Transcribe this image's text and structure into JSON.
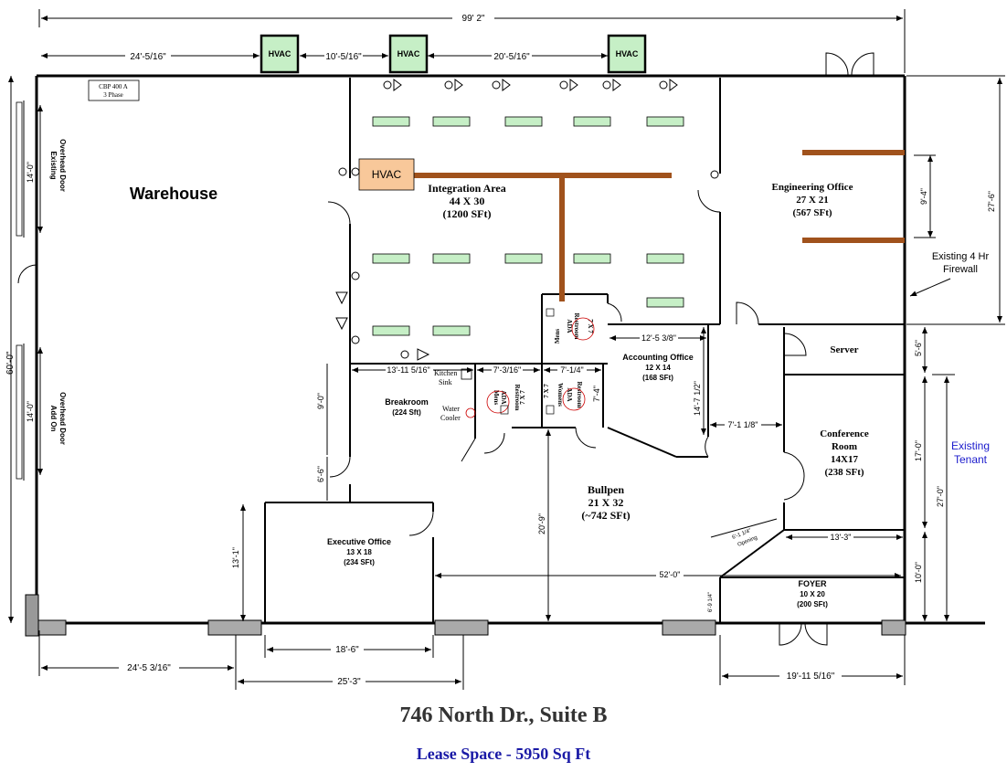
{
  "dimensions": {
    "overall_width": "99' 2\"",
    "hvac_spacing_1": "24'-5/16\"",
    "hvac_spacing_2": "10'-5/16\"",
    "hvac_spacing_3": "20'-5/16\"",
    "left_height": "60'-0\"",
    "door_1": "14'-0\"",
    "door_2": "14'-0\"",
    "engineering_right": "27'-6\"",
    "engineering_inner": "9'-4\"",
    "integration_to_kitchen": "13'-11 5/16\"",
    "mens_restroom_width": "7'-3/16\"",
    "womens_restroom_width": "7'-1/4\"",
    "womens_restroom_height": "7'-4\"",
    "accounting_width": "12'-5 3/8\"",
    "accounting_height": "14'-7 1/2\"",
    "corridor": "7'-1 1/8\"",
    "breakroom_height": "9'-0\"",
    "breakroom_door": "6'-6\"",
    "server_height": "5'-6\"",
    "conference_height": "17'-0\"",
    "tenant_height": "27'-0\"",
    "bullpen_height": "20'-9\"",
    "conference_bottom": "13'-3\"",
    "foyer_height": "10'-0\"",
    "opening": "6'-1 1/4\"",
    "opening_label": "Opening",
    "long_span": "52'-0\"",
    "exec_height": "13'-1\"",
    "foyer_side": "6'-9 1/4\"",
    "bottom_left": "24'-5 3/16\"",
    "bottom_door": "18'-6\"",
    "bottom_door_outer": "25'-3\"",
    "bottom_right": "19'-11 5/16\""
  },
  "hvac_units": [
    "HVAC",
    "HVAC",
    "HVAC"
  ],
  "panel": {
    "line1": "CBP 400 A",
    "line2": "3 Phase"
  },
  "rooms": {
    "warehouse": "Warehouse",
    "existing_door": [
      "Existing",
      "Overhead Door"
    ],
    "addon_door": [
      "Add On",
      "Overhead Door"
    ],
    "integration": {
      "name": "Integration Area",
      "size": "44 X 30",
      "area": "(1200 SFt)"
    },
    "interior_hvac": "HVAC",
    "engineering": {
      "name": "Engineering Office",
      "size": "27 X 21",
      "area": "(567 SFt)"
    },
    "firewall": [
      "Existing 4 Hr",
      "Firewall"
    ],
    "mens_ada_top": [
      "Mens",
      "ADA",
      "Restroom",
      "7 X 7"
    ],
    "accounting": {
      "name": "Accounting Office",
      "size": "12 X 14",
      "area": "(168 SFt)"
    },
    "kitchen_sink": [
      "Kitchen",
      "Sink"
    ],
    "water_cooler": [
      "Water",
      "Cooler"
    ],
    "breakroom": {
      "name": "Breakroom",
      "area": "(224 Sft)"
    },
    "mens_ada": [
      "Mens",
      "ADA",
      "Restroom",
      "7 X 7"
    ],
    "womens_ada": [
      "Womens",
      "ADA",
      "Restroom",
      "7 X 7"
    ],
    "server": "Server",
    "conference": {
      "name": "Conference",
      "name2": "Room",
      "size": "14X17",
      "area": "(238 SFt)"
    },
    "existing_tenant": [
      "Existing",
      "Tenant"
    ],
    "bullpen": {
      "name": "Bullpen",
      "size": "21 X 32",
      "area": "(~742 SFt)"
    },
    "executive": {
      "name": "Executive Office",
      "size": "13 X 18",
      "area": "(234 SFt)"
    },
    "foyer": {
      "name": "FOYER",
      "size": "10 X 20",
      "area": "(200 SFt)"
    }
  },
  "footer": {
    "address": "746 North Dr., Suite B",
    "lease": "Lease Space - 5950 Sq Ft"
  },
  "colors": {
    "hvac_green": "#c6efc6",
    "hvac_orange": "#f8c89a",
    "duct_brown": "#a0521c",
    "lease_blue": "#1a1aa6",
    "tenant_blue": "#1a1acc"
  }
}
